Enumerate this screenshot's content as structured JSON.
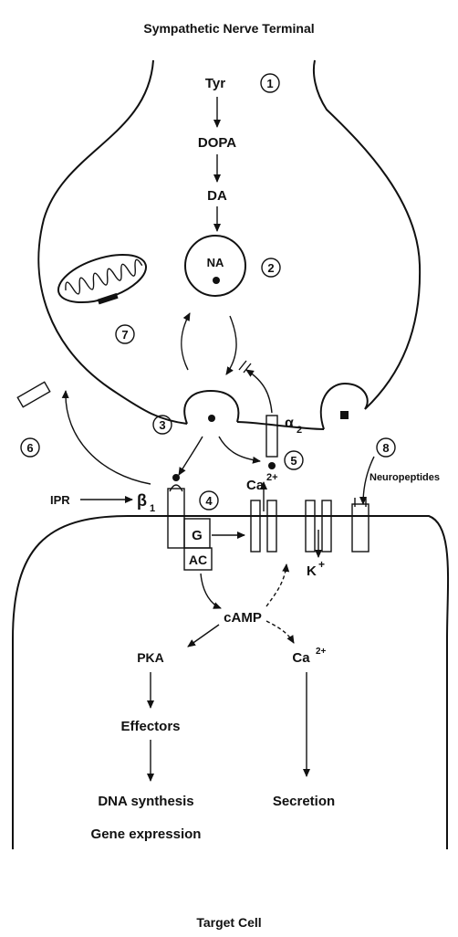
{
  "title_top": "Sympathetic Nerve Terminal",
  "title_bottom": "Target Cell",
  "pathway": {
    "tyr": "Tyr",
    "dopa": "DOPA",
    "da": "DA",
    "na": "NA"
  },
  "receptors": {
    "alpha2": "α",
    "alpha2_sub": "2",
    "beta1": "β",
    "beta1_sub": "1",
    "g_protein": "G",
    "ac": "AC"
  },
  "ions": {
    "ca_main": "Ca",
    "ca_sup": "2+",
    "k": "K",
    "k_sup": "+",
    "ca2": "Ca",
    "ca2_sup": "2+"
  },
  "labels": {
    "ipr": "IPR",
    "neuropeptides": "Neuropeptides",
    "camp": "cAMP",
    "pka": "PKA",
    "effectors": "Effectors",
    "dna_synthesis": "DNA synthesis",
    "gene_expression": "Gene expression",
    "secretion": "Secretion"
  },
  "numbers": [
    "1",
    "2",
    "3",
    "4",
    "5",
    "6",
    "7",
    "8"
  ]
}
